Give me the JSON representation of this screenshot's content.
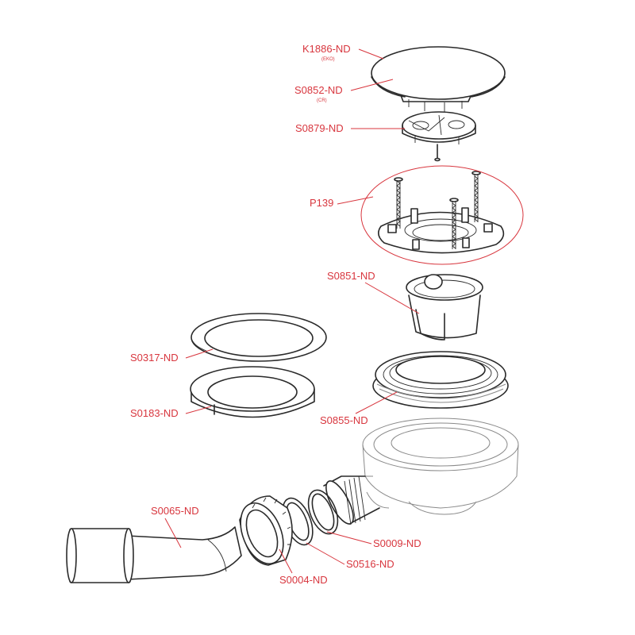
{
  "colors": {
    "label": "#d8363e",
    "line": "#2a2a2a",
    "background": "#ffffff"
  },
  "parts": [
    {
      "id": "K1886-ND",
      "label": "K1886-ND",
      "sub": "(EKO)"
    },
    {
      "id": "S0852-ND",
      "label": "S0852-ND",
      "sub": "(CR)"
    },
    {
      "id": "S0879-ND",
      "label": "S0879-ND"
    },
    {
      "id": "P139",
      "label": "P139"
    },
    {
      "id": "S0851-ND",
      "label": "S0851-ND"
    },
    {
      "id": "S0317-ND",
      "label": "S0317-ND"
    },
    {
      "id": "S0183-ND",
      "label": "S0183-ND"
    },
    {
      "id": "S0855-ND",
      "label": "S0855-ND"
    },
    {
      "id": "S0065-ND",
      "label": "S0065-ND"
    },
    {
      "id": "S0009-ND",
      "label": "S0009-ND"
    },
    {
      "id": "S0516-ND",
      "label": "S0516-ND"
    },
    {
      "id": "S0004-ND",
      "label": "S0004-ND"
    }
  ],
  "footer": {
    "text": ""
  }
}
